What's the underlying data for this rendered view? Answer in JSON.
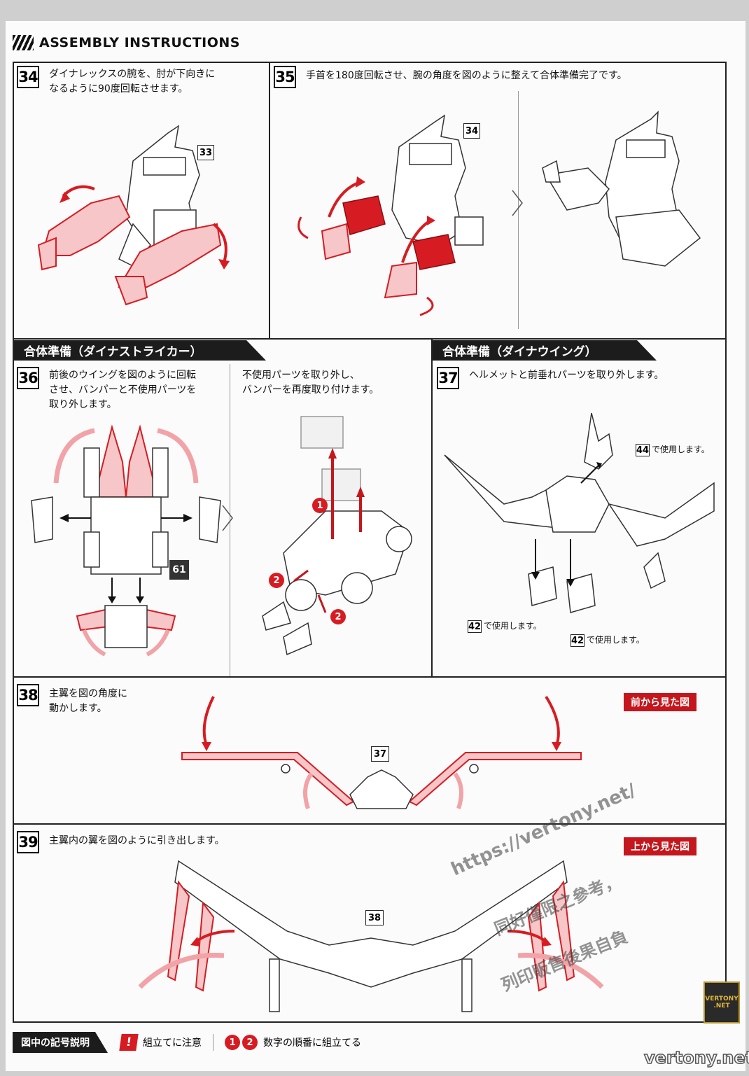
{
  "header": {
    "title": "ASSEMBLY INSTRUCTIONS"
  },
  "step34": {
    "num": "34",
    "text": "ダイナレックスの腕を、肘が下向きに\nなるように90度回転させます。",
    "ref": "33"
  },
  "step35": {
    "num": "35",
    "text": "手首を180度回転させ、腕の角度を図のように整えて合体準備完了です。",
    "ref": "34"
  },
  "section_striker": {
    "title": "合体準備（ダイナストライカー）"
  },
  "section_wing": {
    "title": "合体準備（ダイナウイング）"
  },
  "step36": {
    "num": "36",
    "text": "前後のウイングを図のように回転\nさせ、バンパーと不使用パーツを\n取り外します。",
    "text2": "不使用パーツを取り外し、\nバンパーを再度取り付けます。",
    "ref": "61",
    "order1": "1",
    "order2": "2"
  },
  "step37": {
    "num": "37",
    "text": "ヘルメットと前垂れパーツを取り外します。",
    "ref": "42",
    "use44": "44",
    "use44_text": "で使用します。",
    "use42a": "42",
    "use42a_text": "で使用します。",
    "use42b": "42",
    "use42b_text": "で使用します。"
  },
  "step38": {
    "num": "38",
    "text": "主翼を図の角度に\n動かします。",
    "ref": "37",
    "view": "前から見た図"
  },
  "step39": {
    "num": "39",
    "text": "主翼内の翼を図のように引き出します。",
    "ref": "38",
    "view": "上から見た図"
  },
  "legend": {
    "label": "図中の記号説明",
    "warn_symbol": "!",
    "warn_text": "組立てに注意",
    "n1": "1",
    "n2": "2",
    "order_text": "数字の順番に組立てる"
  },
  "watermarks": {
    "url": "https://vertony.net/",
    "cn1": "同好僅限之參考，",
    "cn2": "列印販售後果自負",
    "badge1": "VERTONY",
    "badge2": ".NET",
    "site": "vertony.net"
  },
  "colors": {
    "accent_red": "#d61c22",
    "dark": "#1c1c1c"
  }
}
